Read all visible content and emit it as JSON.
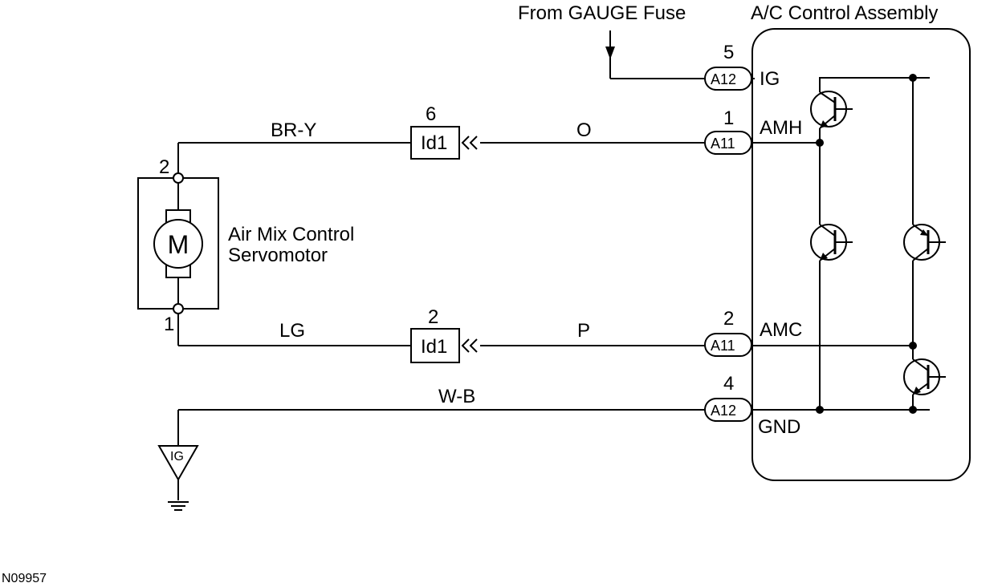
{
  "source_label": "From GAUGE Fuse",
  "assembly_title": "A/C Control Assembly",
  "motor": {
    "name_line1": "Air Mix Control",
    "name_line2": "Servomotor",
    "symbol": "M",
    "pin_top": "2",
    "pin_bottom": "1"
  },
  "wires": {
    "top_left_color": "BR-Y",
    "top_right_color": "O",
    "bottom_left_color": "LG",
    "bottom_right_color": "P",
    "ground_color": "W-B"
  },
  "junctions": {
    "top": {
      "pin": "6",
      "label": "Id1"
    },
    "bottom": {
      "pin": "2",
      "label": "Id1"
    }
  },
  "connectors": {
    "ig": {
      "pin": "5",
      "label": "A12",
      "terminal": "IG"
    },
    "amh": {
      "pin": "1",
      "label": "A11",
      "terminal": "AMH"
    },
    "amc": {
      "pin": "2",
      "label": "A11",
      "terminal": "AMC"
    },
    "gnd": {
      "pin": "4",
      "label": "A12",
      "terminal": "GND"
    }
  },
  "ground_symbol_label": "IG",
  "figure_code": "N09957"
}
